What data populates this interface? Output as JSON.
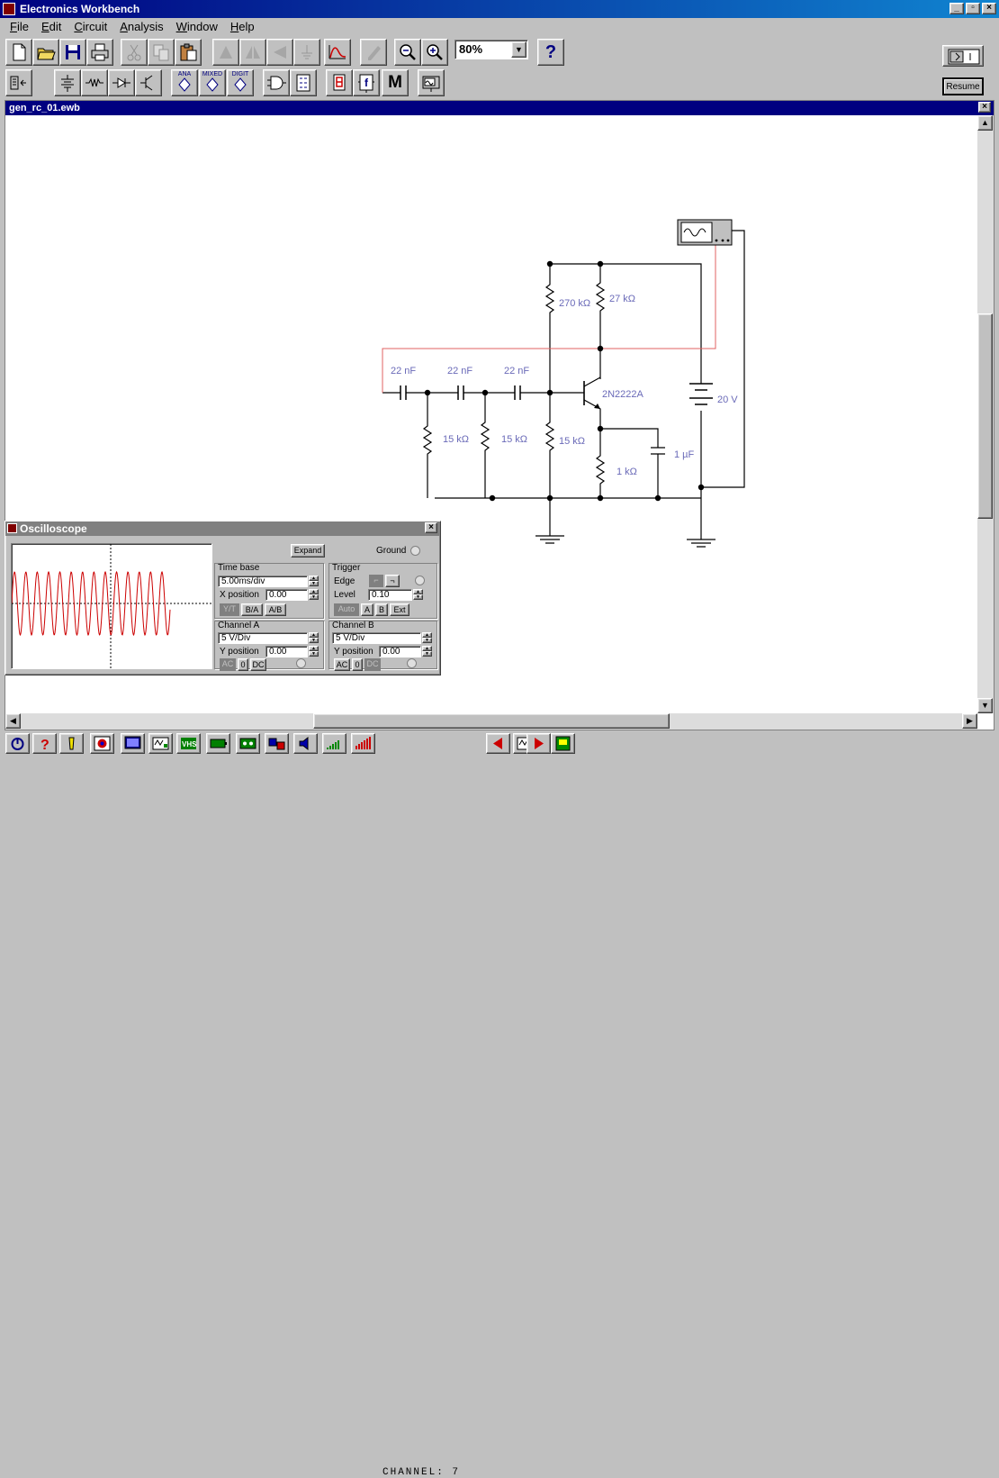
{
  "app": {
    "title": "Electronics Workbench"
  },
  "menu": [
    "File",
    "Edit",
    "Circuit",
    "Analysis",
    "Window",
    "Help"
  ],
  "toolbar": {
    "zoom": "80%",
    "help_label": "?",
    "resume_label": "Resume",
    "ana_label": "ANA",
    "mixed_label": "MIXED",
    "digit_label": "DIGIT",
    "m_label": "M",
    "f_label": "f"
  },
  "document": {
    "title": "gen_rc_01.ewb"
  },
  "circuit": {
    "capacitors": [
      "22 nF",
      "22 nF",
      "22 nF"
    ],
    "resistors_ladder": [
      "15 kΩ",
      "15 kΩ",
      "15 kΩ"
    ],
    "r_bias_top": "270 kΩ",
    "r_collector": "27 kΩ",
    "transistor": "2N2222A",
    "r_emitter": "1 kΩ",
    "c_emitter": "1 µF",
    "battery": "20 V"
  },
  "oscilloscope": {
    "title": "Oscilloscope",
    "expand_label": "Expand",
    "ground_label": "Ground",
    "timebase": {
      "title": "Time base",
      "value": "5.00ms/div",
      "xpos_label": "X position",
      "xpos": "0.00",
      "modes": [
        "Y/T",
        "B/A",
        "A/B"
      ]
    },
    "trigger": {
      "title": "Trigger",
      "edge_label": "Edge",
      "level_label": "Level",
      "level": "0.10",
      "sources": [
        "Auto",
        "A",
        "B",
        "Ext"
      ]
    },
    "channel_a": {
      "title": "Channel A",
      "value": "5  V/Div",
      "ypos_label": "Y position",
      "ypos": "0.00",
      "coupling": [
        "AC",
        "0",
        "DC"
      ]
    },
    "channel_b": {
      "title": "Channel B",
      "value": "5  V/Div",
      "ypos_label": "Y position",
      "ypos": "0.00",
      "coupling": [
        "AC",
        "0",
        "DC"
      ]
    }
  },
  "status": {
    "channel": "CHANNEL: 7"
  },
  "colors": {
    "wire": "#000000",
    "probe_wire": "#e06060",
    "trace": "#cc0000",
    "label": "#6a6ab8",
    "titlebar": "#000080"
  }
}
